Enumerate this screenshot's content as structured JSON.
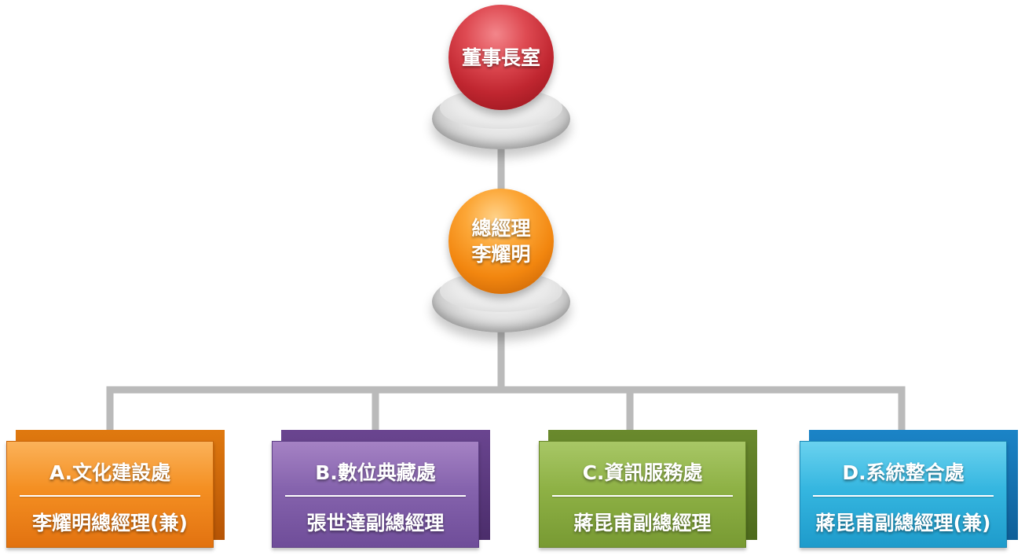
{
  "chairman": {
    "label": "董事長室",
    "color": "#c02630"
  },
  "general_manager": {
    "title": "總經理",
    "name": "李耀明",
    "color": "#f2860f"
  },
  "divisions": [
    {
      "title": "A.文化建設處",
      "head": "李耀明總經理(兼)",
      "color": "#f48f22"
    },
    {
      "title": "B.數位典藏處",
      "head": "張世達副總經理",
      "color": "#8563ad"
    },
    {
      "title": "C.資訊服務處",
      "head": "蔣昆甫副總經理",
      "color": "#8eb145"
    },
    {
      "title": "D.系統整合處",
      "head": "蔣昆甫副總經理(兼)",
      "color": "#35b6e0"
    }
  ],
  "connector_color": "#b9b9b9"
}
